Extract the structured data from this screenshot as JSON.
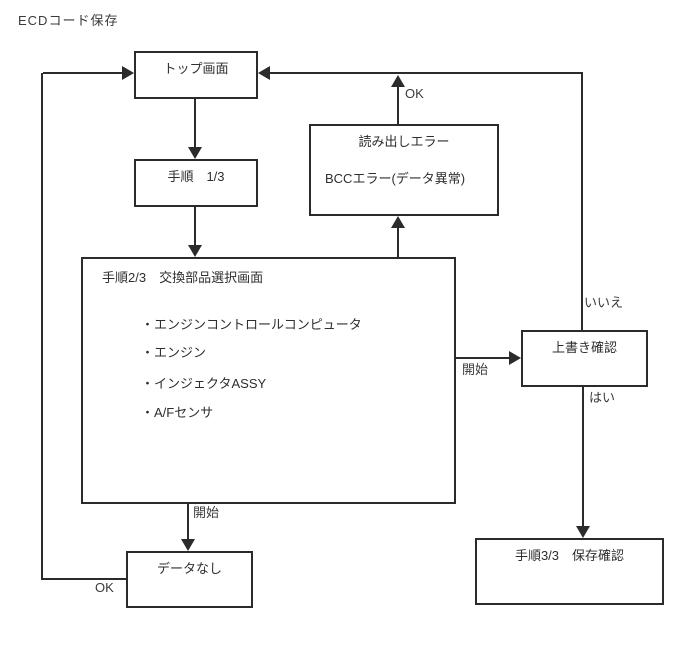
{
  "diagram": {
    "title": "ECDコード保存",
    "type": "flowchart"
  },
  "nodes": {
    "top_screen": {
      "label": "トップ画面"
    },
    "step1": {
      "label": "手順　1/3"
    },
    "read_error": {
      "line1": "読み出しエラー",
      "line2": "BCCエラー(データ異常)"
    },
    "step2": {
      "label": "手順2/3　交換部品選択画面",
      "items": [
        "・エンジンコントロールコンピュータ",
        "・エンジン",
        "・インジェクタASSY",
        "・A/Fセンサ"
      ]
    },
    "overwrite_confirm": {
      "label": "上書き確認"
    },
    "no_data": {
      "label": "データなし"
    },
    "step3": {
      "label": "手順3/3　保存確認"
    }
  },
  "edge_labels": {
    "ok_top": "OK",
    "start_right": "開始",
    "no": "いいえ",
    "yes": "はい",
    "start_bottom": "開始",
    "ok_bottom": "OK"
  },
  "colors": {
    "line": "#2b2b2b",
    "text": "#2e2e2e",
    "background": "#ffffff"
  }
}
